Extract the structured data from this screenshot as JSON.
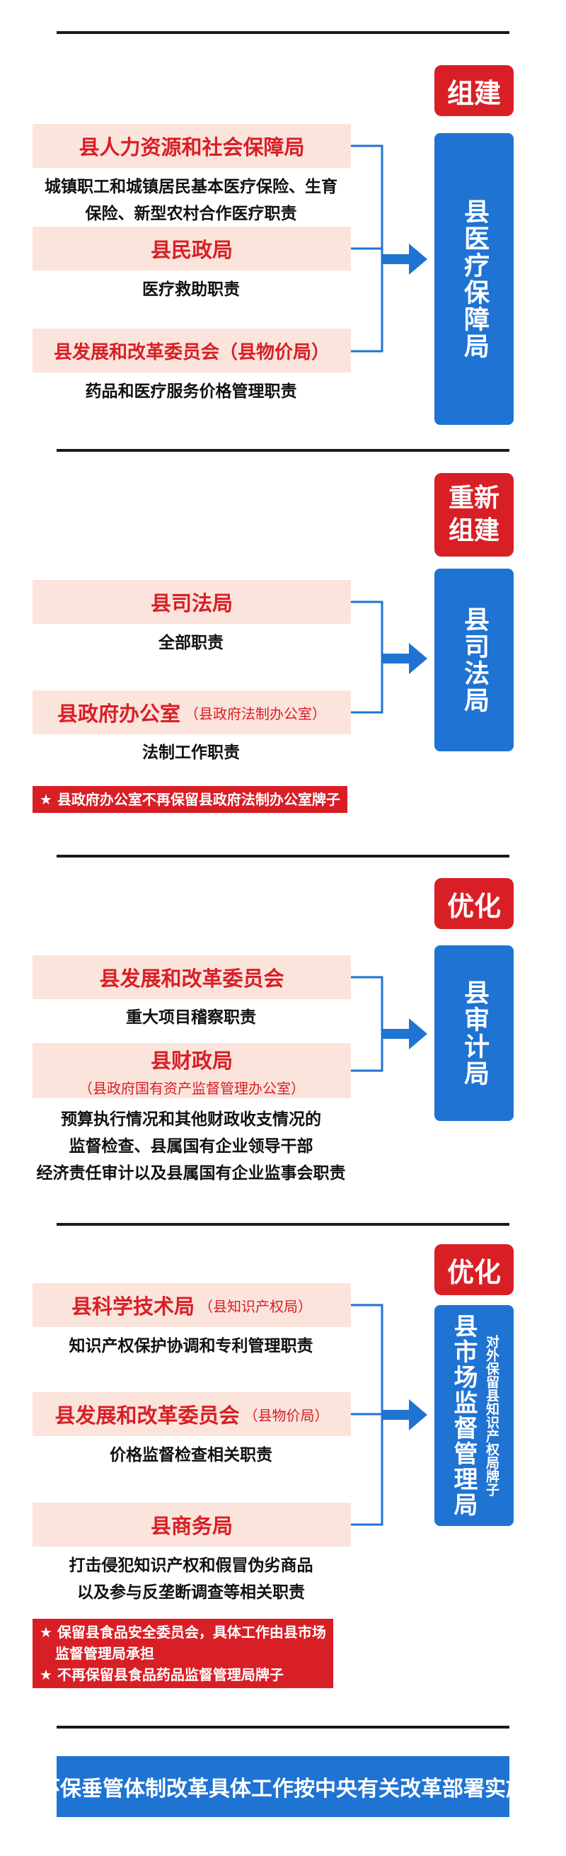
{
  "sections": [
    {
      "badge": "组建",
      "target": "县医疗保障局",
      "sources": [
        {
          "name": "县人力资源和社会保障局",
          "sub": "",
          "duty": [
            "城镇职工和城镇居民基本医疗保险、生育",
            "保险、新型农村合作医疗职责"
          ]
        },
        {
          "name": "县民政局",
          "sub": "",
          "duty": [
            "医疗救助职责"
          ]
        },
        {
          "name": "县发展和改革委员会（县物价局）",
          "sub": "",
          "duty": [
            "药品和医疗服务价格管理职责"
          ]
        }
      ]
    },
    {
      "badge": "重新组建",
      "target": "县司法局",
      "sources": [
        {
          "name": "县司法局",
          "sub": "",
          "duty": [
            "全部职责"
          ]
        },
        {
          "name": "县政府办公室",
          "sub": "（县政府法制办公室）",
          "duty": [
            "法制工作职责"
          ]
        }
      ],
      "notes": [
        "★ 县政府办公室不再保留县政府法制办公室牌子"
      ]
    },
    {
      "badge": "优化",
      "target": "县审计局",
      "sources": [
        {
          "name": "县发展和改革委员会",
          "sub": "",
          "duty": [
            "重大项目稽察职责"
          ]
        },
        {
          "name": "县财政局",
          "sub": "（县政府国有资产监督管理办公室）",
          "duty": [
            "预算执行情况和其他财政收支情况的",
            "监督检查、县属国有企业领导干部",
            "经济责任审计以及县属国有企业监事会职责"
          ]
        }
      ]
    },
    {
      "badge": "优化",
      "target": "县市场监督管理局",
      "target_side": "对外保留县知识产权局牌子",
      "sources": [
        {
          "name": "县科学技术局",
          "sub": "（县知识产权局）",
          "duty": [
            "知识产权保护协调和专利管理职责"
          ]
        },
        {
          "name": "县发展和改革委员会",
          "sub": "（县物价局）",
          "duty": [
            "价格监督检查相关职责"
          ]
        },
        {
          "name": "县商务局",
          "sub": "",
          "duty": [
            "打击侵犯知识产权和假冒伪劣商品",
            "以及参与反垄断调查等相关职责"
          ]
        }
      ],
      "notes": [
        "★ 保留县食品安全委员会，具体工作由县市场",
        "监督管理局承担",
        "★ 不再保留县食品药品监督管理局牌子"
      ]
    }
  ],
  "footer": "环保垂管体制改革具体工作按中央有关改革部署实施",
  "colors": {
    "red": "#d81f26",
    "blue": "#1f73d2",
    "pink": "#fbe4dc"
  },
  "icons": [
    "arrow-right-icon"
  ]
}
